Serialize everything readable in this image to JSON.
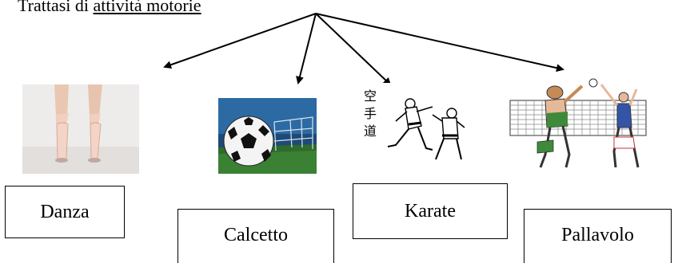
{
  "title": {
    "prefix": "Trattasi di ",
    "underlined": "attività motorie"
  },
  "images": [
    {
      "name": "ballet-shoes-image",
      "subject": "ballet pointe shoes"
    },
    {
      "name": "soccer-ball-image",
      "subject": "soccer ball on grass with goal"
    },
    {
      "name": "karate-image",
      "subject": "karate fighters",
      "calligraphy": "空手道"
    },
    {
      "name": "volleyball-image",
      "subject": "volleyball players at net"
    }
  ],
  "labels": [
    "Danza",
    "Calcetto",
    "Karate",
    "Pallavolo"
  ],
  "colors": {
    "text": "#000000",
    "grass": "#2f6b2a",
    "sky": "#1b3f6e",
    "skin": "#e6b89a"
  }
}
